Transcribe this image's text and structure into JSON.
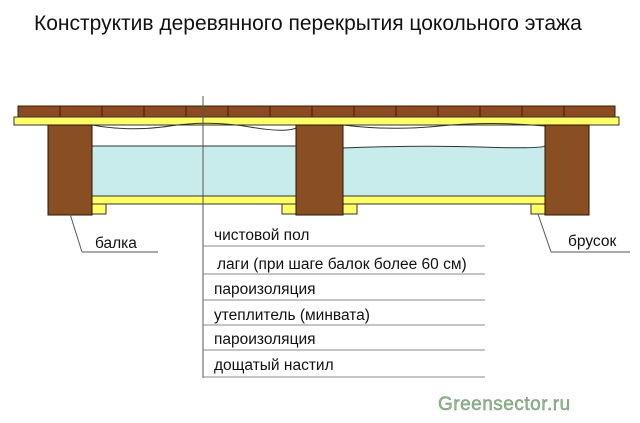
{
  "title": "Конструктив деревянного перекрытия цокольного этажа",
  "labels": {
    "beam": "балка",
    "bar": "брусок"
  },
  "layers": [
    "чистовой пол",
    "лаги (при шаге балок более 60 см)",
    "пароизоляция",
    "утеплитель (минвата)",
    "пароизоляция",
    "дощатый настил"
  ],
  "watermark": "Greensector.ru",
  "colors": {
    "floorboards": "#8b4a22",
    "joist": "#ffff66",
    "beam": "#8a4e23",
    "insulation": "#c8ecec",
    "lines": "#555555"
  }
}
